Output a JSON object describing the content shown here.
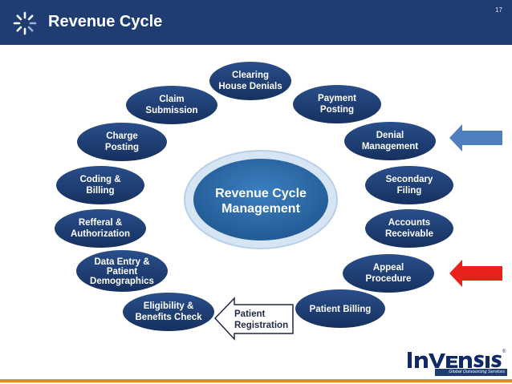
{
  "header": {
    "title": "Revenue Cycle",
    "page_number": "17"
  },
  "diagram": {
    "center": {
      "line1": "Revenue Cycle",
      "line2": "Management"
    },
    "nodes": [
      {
        "lines": [
          "Clearing",
          "House Denials"
        ]
      },
      {
        "lines": [
          "Payment",
          "Posting"
        ]
      },
      {
        "lines": [
          "Denial",
          "Management"
        ]
      },
      {
        "lines": [
          "Secondary",
          "Filing"
        ]
      },
      {
        "lines": [
          "Accounts",
          "Receivable"
        ]
      },
      {
        "lines": [
          "Appeal",
          "Procedure"
        ]
      },
      {
        "lines": [
          "Patient Billing"
        ]
      },
      {
        "lines": [
          "Eligibility &",
          "Benefits Check"
        ]
      },
      {
        "lines": [
          "Data Entry &",
          "Patient",
          "Demographics"
        ]
      },
      {
        "lines": [
          "Refferal &",
          "Authorization"
        ]
      },
      {
        "lines": [
          "Coding &",
          "Billing"
        ]
      },
      {
        "lines": [
          "Charge",
          "Posting"
        ]
      },
      {
        "lines": [
          "Claim",
          "Submission"
        ]
      }
    ],
    "registration": {
      "line1": "Patient",
      "line2": "Registration"
    },
    "markers": [
      {
        "points_to": "Denial Management",
        "color": "#4f7fc0"
      },
      {
        "points_to": "Appeal Procedure",
        "color": "#e8221b"
      }
    ],
    "colors": {
      "node": "#1f3d73",
      "center_ring": "#cfe0f2",
      "center_fill": "#2f6aa8",
      "accent": "#e58a1f"
    }
  },
  "logo": {
    "word": "INVENSIS",
    "registered_mark": "®",
    "tagline": "Global Outsourcing Services"
  }
}
